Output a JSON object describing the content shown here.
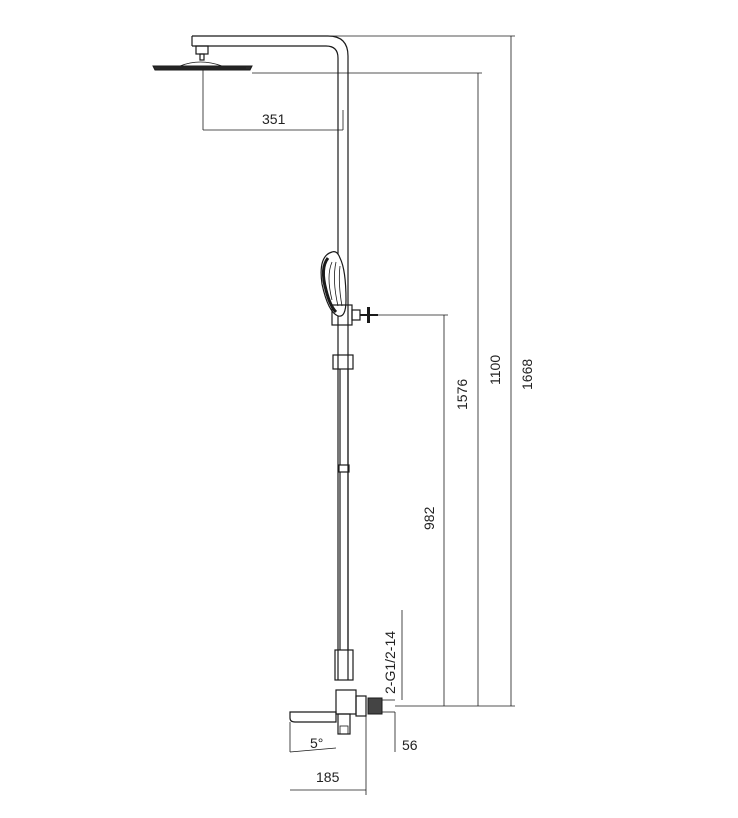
{
  "dimensions": {
    "head_reach": "351",
    "height_total": "1668",
    "height_head": "1100",
    "height_mid": "1576",
    "height_bracket": "982",
    "inlet_spec": "2-G1/2-14",
    "inlet_offset": "56",
    "spout_length": "185",
    "spout_angle": "5°"
  }
}
